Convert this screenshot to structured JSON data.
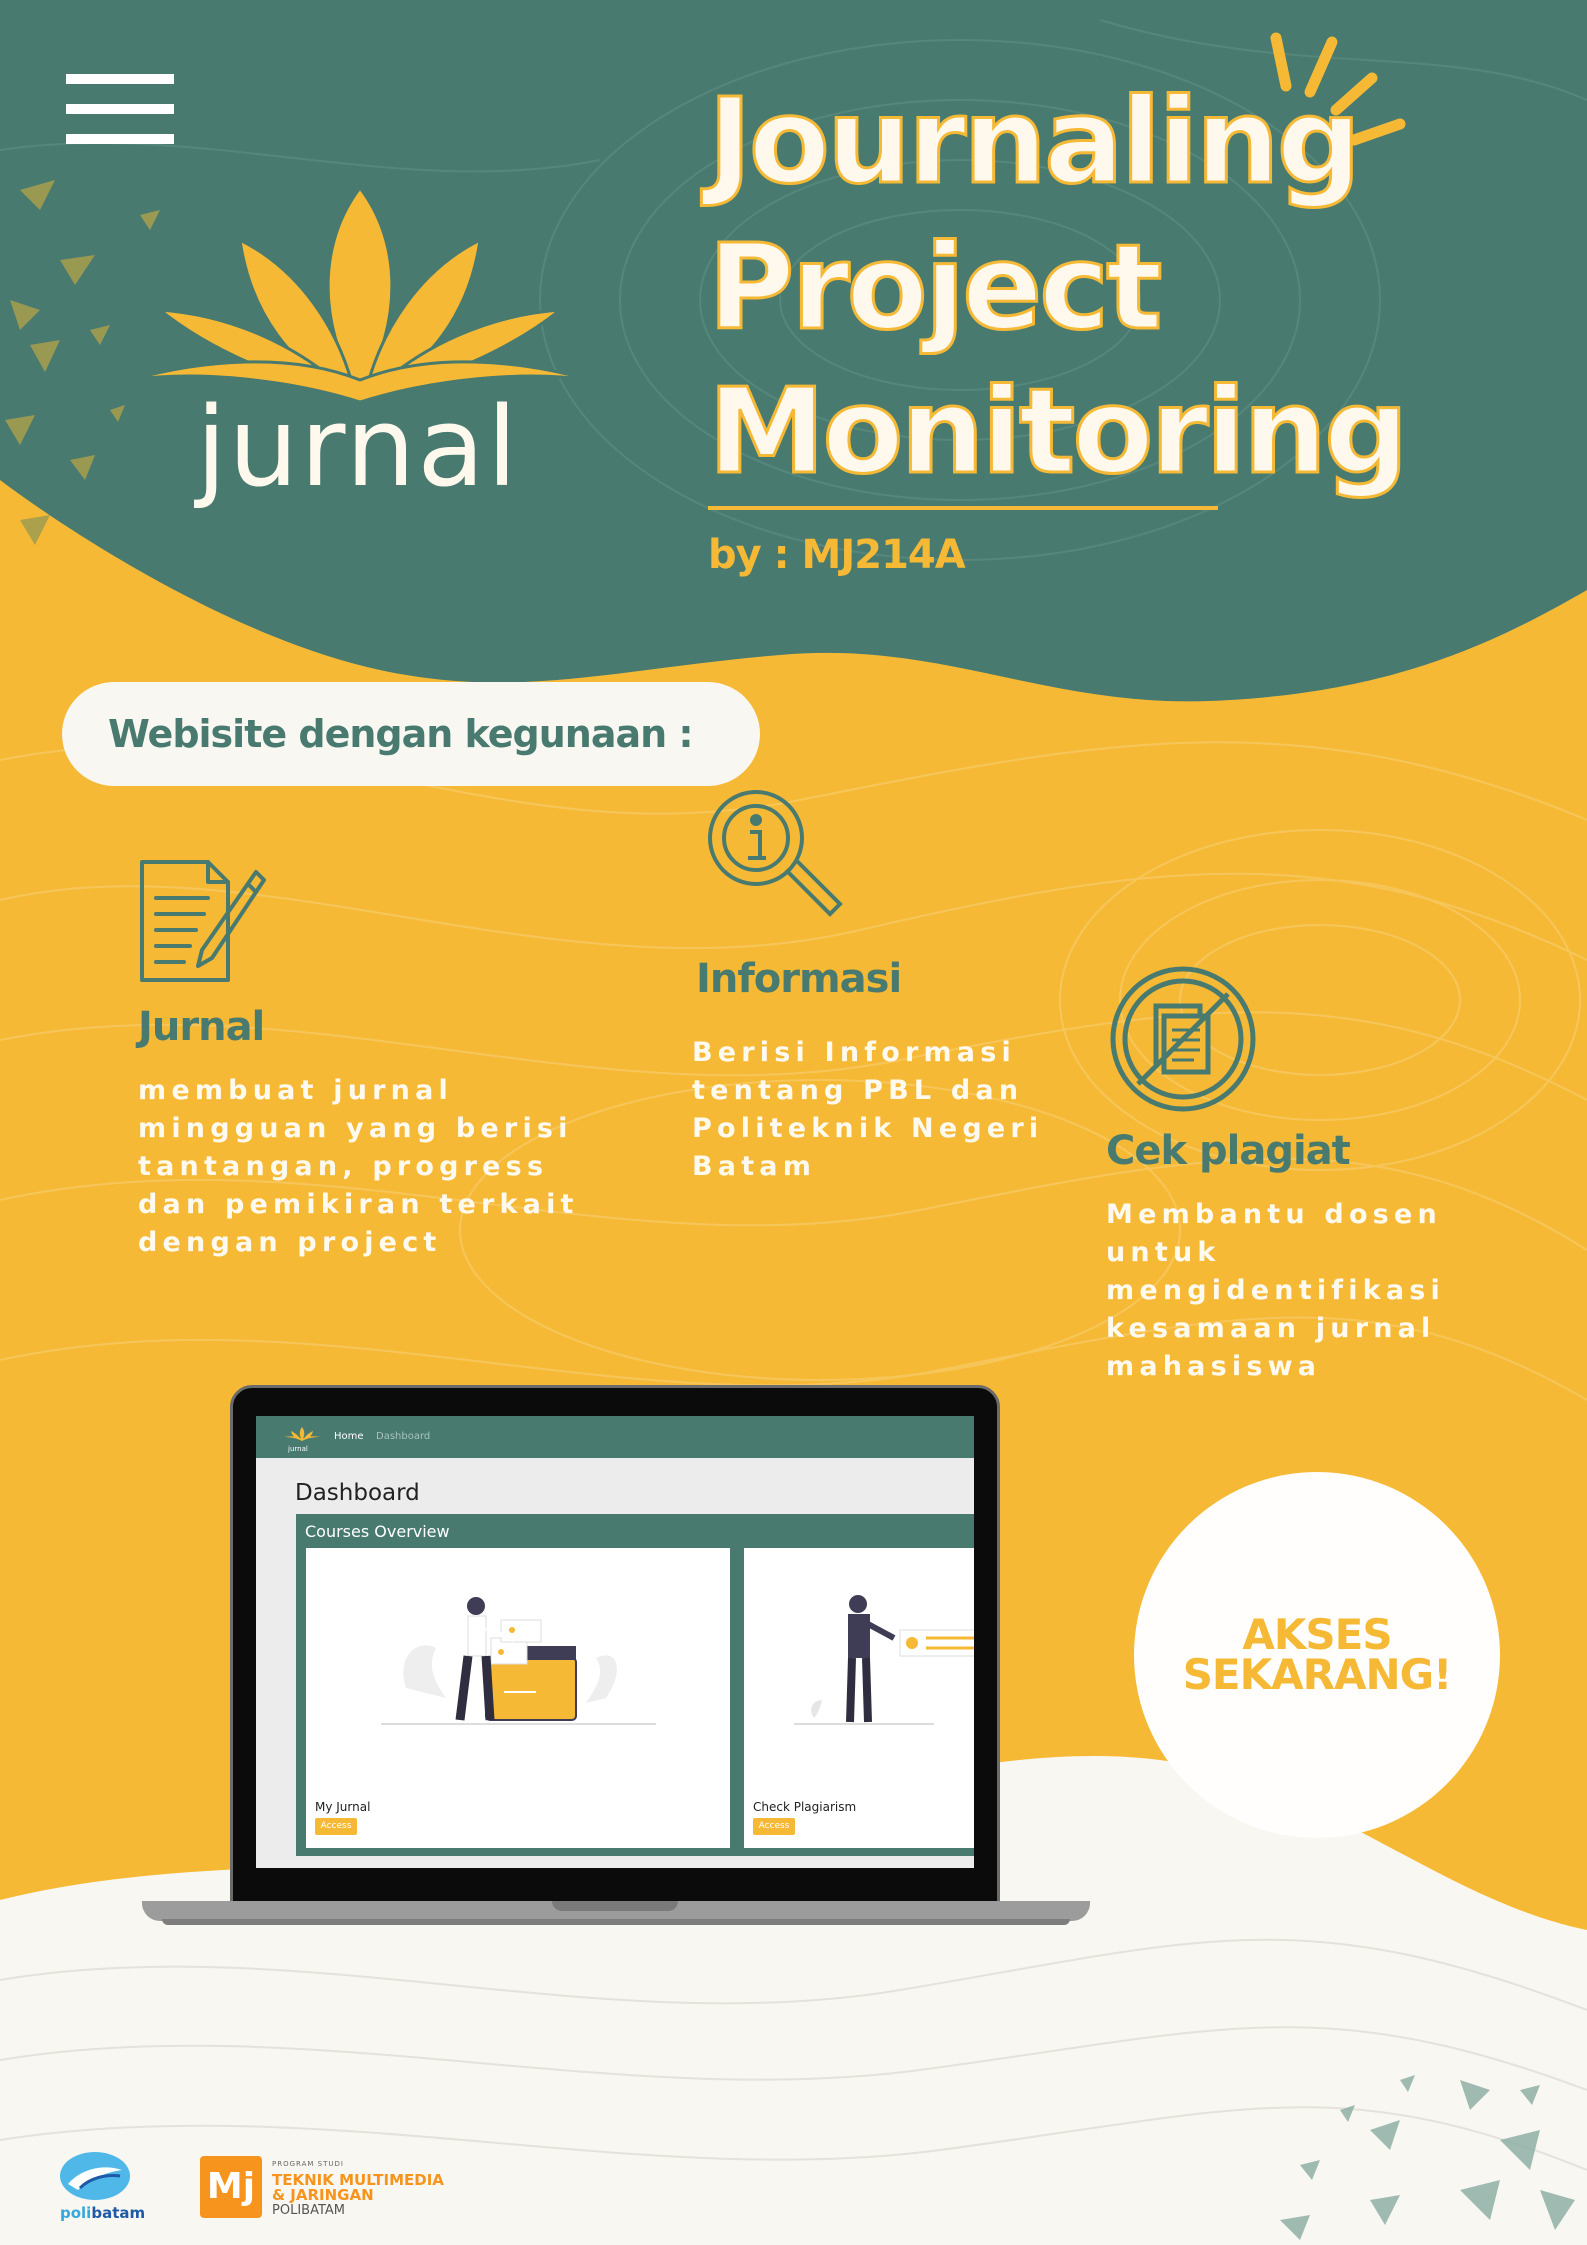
{
  "brand": {
    "logo_text": "jurnal",
    "colors": {
      "teal": "#487a70",
      "gold": "#f6b935",
      "cream": "#f8f7f1"
    }
  },
  "menu": {
    "icon": "hamburger-menu-icon"
  },
  "title": {
    "line1": "Journaling",
    "line2": "Project",
    "line3": "Monitoring",
    "byline": "by : MJ214A"
  },
  "intro": {
    "label": "Webisite dengan kegunaan :"
  },
  "features": [
    {
      "icon": "journal-writing-icon",
      "title": "Jurnal",
      "description": "membuat jurnal mingguan yang berisi tantangan, progress dan pemikiran terkait dengan project"
    },
    {
      "icon": "info-magnifier-icon",
      "title": "Informasi",
      "description": "Berisi Informasi tentang PBL dan Politeknik Negeri Batam"
    },
    {
      "icon": "no-copy-icon",
      "title": "Cek plagiat",
      "description": "Membantu dosen untuk mengidentifikasi kesamaan jurnal mahasiswa"
    }
  ],
  "screen": {
    "logo_text": "jurnal",
    "nav": {
      "home": "Home",
      "dashboard": "Dashboard"
    },
    "heading": "Dashboard",
    "panel_title": "Courses Overview",
    "cards": [
      {
        "label": "My Jurnal",
        "button": "Access"
      },
      {
        "label": "Check Plagiarism",
        "button": "Access"
      }
    ]
  },
  "cta": {
    "line1": "AKSES",
    "line2": "SEKARANG!"
  },
  "footer": {
    "polibatam": {
      "part1": "poli",
      "part2": "batam"
    },
    "program": {
      "small": "PROGRAM STUDI",
      "mark": "Mj",
      "line1": "TEKNIK MULTIMEDIA",
      "line2": "& JARINGAN",
      "line3": "POLIBATAM"
    }
  }
}
